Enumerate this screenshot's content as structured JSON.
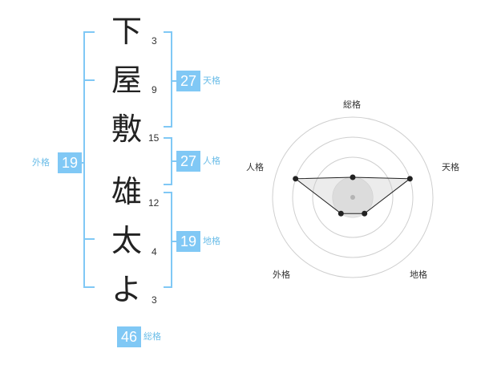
{
  "characters": [
    {
      "char": "下",
      "strokes": "3"
    },
    {
      "char": "屋",
      "strokes": "9"
    },
    {
      "char": "敷",
      "strokes": "15"
    },
    {
      "char": "雄",
      "strokes": "12"
    },
    {
      "char": "太",
      "strokes": "4"
    },
    {
      "char": "よ",
      "strokes": "3"
    }
  ],
  "fortunes": {
    "tenkaku": {
      "value": "27",
      "label": "天格"
    },
    "jinkaku": {
      "value": "27",
      "label": "人格"
    },
    "chikaku": {
      "value": "19",
      "label": "地格"
    },
    "gaikaku": {
      "value": "19",
      "label": "外格"
    },
    "soukaku": {
      "value": "46",
      "label": "総格"
    }
  },
  "colors": {
    "accent": "#80c8f5",
    "bracket": "#80c8f5",
    "accent_text": "#6bbde8"
  },
  "chart_data": {
    "type": "radar",
    "axes": [
      "総格",
      "天格",
      "地格",
      "外格",
      "人格"
    ],
    "rings": 4,
    "series": [
      {
        "values": [
          1,
          3,
          1,
          1,
          3
        ]
      }
    ],
    "max": 4
  }
}
